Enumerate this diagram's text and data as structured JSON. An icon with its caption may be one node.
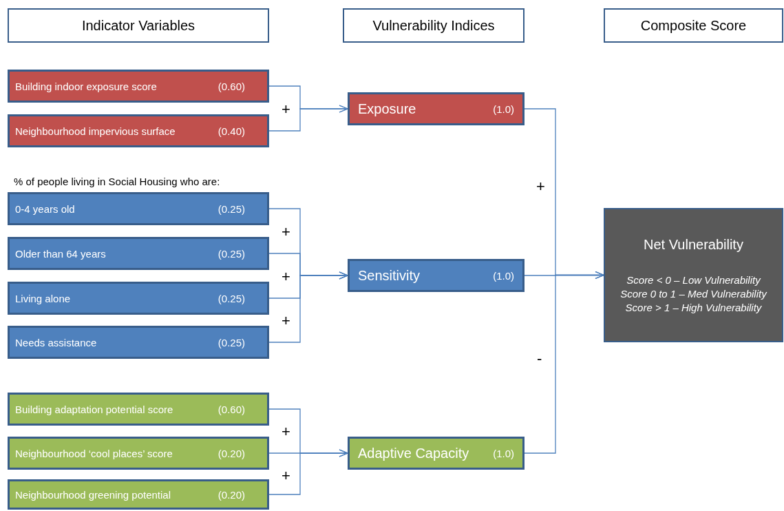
{
  "diagram": {
    "nodes": [
      {
        "text": [
          "Indicator Variables"
        ]
      },
      {
        "text": [
          "Vulnerability Indices"
        ]
      },
      {
        "text": [
          "Composite Score"
        ]
      },
      {
        "text": [
          "Building indoor exposure score",
          "(0.60)"
        ]
      },
      {
        "text": [
          "Neighbourhood impervious surface",
          "(0.40)"
        ]
      },
      {
        "text": [
          "0-4 years old",
          "(0.25)"
        ]
      },
      {
        "text": [
          "Older than 64 years",
          "(0.25)"
        ]
      },
      {
        "text": [
          "Living alone",
          "(0.25)"
        ]
      },
      {
        "text": [
          "Needs assistance",
          "(0.25)"
        ]
      },
      {
        "text": [
          "Building adaptation potential score",
          "(0.60)"
        ]
      },
      {
        "text": [
          "Neighbourhood ‘cool places’ score",
          "(0.20)"
        ]
      },
      {
        "text": [
          "Neighbourhood greening potential",
          "(0.20)"
        ]
      },
      {
        "text": [
          "Exposure",
          "(1.0)"
        ]
      },
      {
        "text": [
          "Sensitivity",
          "(1.0)"
        ]
      },
      {
        "text": [
          "Adaptive Capacity",
          "(1.0)"
        ]
      },
      {
        "text": [
          "Net Vulnerability",
          "Score < 0 – Low Vulnerability",
          "Score 0 to 1 – Med Vulnerability",
          "Score > 1 – High Vulnerability"
        ]
      }
    ],
    "edges": [
      {
        "from": 3,
        "to": 12,
        "arrow": "to"
      },
      {
        "from": 4,
        "to": 12,
        "arrow": "to"
      },
      {
        "from": 5,
        "to": 13,
        "arrow": "to"
      },
      {
        "from": 6,
        "to": 13,
        "arrow": "to"
      },
      {
        "from": 7,
        "to": 13,
        "arrow": "to"
      },
      {
        "from": 8,
        "to": 13,
        "arrow": "to"
      },
      {
        "from": 9,
        "to": 14,
        "arrow": "to"
      },
      {
        "from": 10,
        "to": 14,
        "arrow": "to"
      },
      {
        "from": 11,
        "to": 14,
        "arrow": "to"
      },
      {
        "from": 12,
        "to": 15,
        "arrow": "to"
      },
      {
        "from": 13,
        "to": 15,
        "arrow": "to"
      },
      {
        "from": 14,
        "to": 15,
        "arrow": "to"
      }
    ],
    "labels": [
      "+",
      "% of people living in Social Housing who are:",
      "+",
      "+",
      "+",
      "+",
      "+",
      "+",
      "-"
    ]
  }
}
